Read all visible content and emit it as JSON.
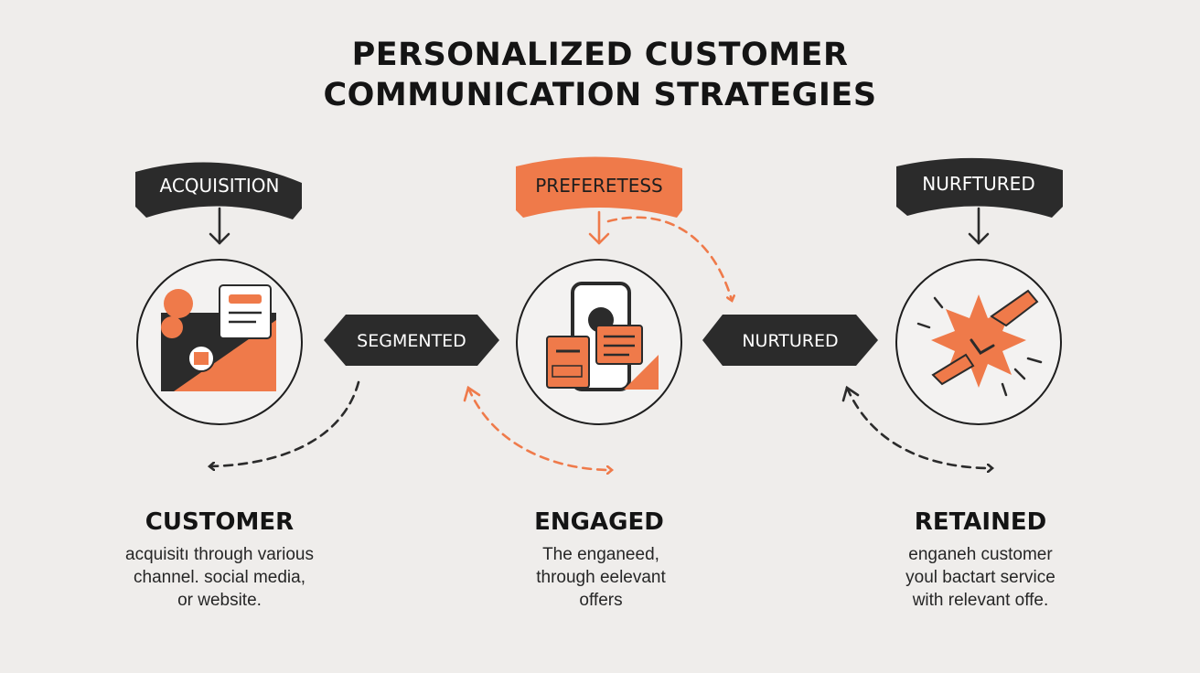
{
  "title": {
    "line1": "PERSONALIZED CUSTOMER",
    "line2": "COMMUNICATION STRATEGIES"
  },
  "colors": {
    "background": "#efedeb",
    "dark": "#2b2b2b",
    "accent": "#ef7a4a",
    "text": "#141414"
  },
  "banners": {
    "left": "ACQUISITION",
    "center": "PREFERETESS",
    "right": "NURFTURED"
  },
  "connectors": {
    "left": "SEGMENTED",
    "right": "NURTURED"
  },
  "stages": [
    {
      "heading": "CUSTOMER",
      "description": [
        "acquisitı through various",
        "channel. social media,",
        "or website."
      ],
      "icon": "envelope-document-icon"
    },
    {
      "heading": "ENGAGED",
      "description": [
        "The enganeed,",
        "through eelevant",
        "offers"
      ],
      "icon": "smartphone-ticket-icon"
    },
    {
      "heading": "RETAINED",
      "description": [
        "enganeh customer",
        "youl bactart service",
        "with relevant offe."
      ],
      "icon": "burst-handshake-icon"
    }
  ]
}
